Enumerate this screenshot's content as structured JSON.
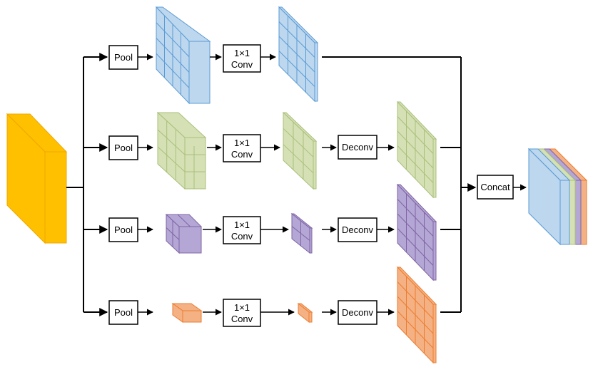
{
  "labels": {
    "pool": "Pool",
    "conv_line1": "1×1",
    "conv_line2": "Conv",
    "deconv": "Deconv",
    "concat": "Concat"
  },
  "colors": {
    "input": "#FFC000",
    "blue": "#BDD7EE",
    "green": "#D5E0B5",
    "purple": "#B4A7D6",
    "orange": "#F4B183"
  }
}
